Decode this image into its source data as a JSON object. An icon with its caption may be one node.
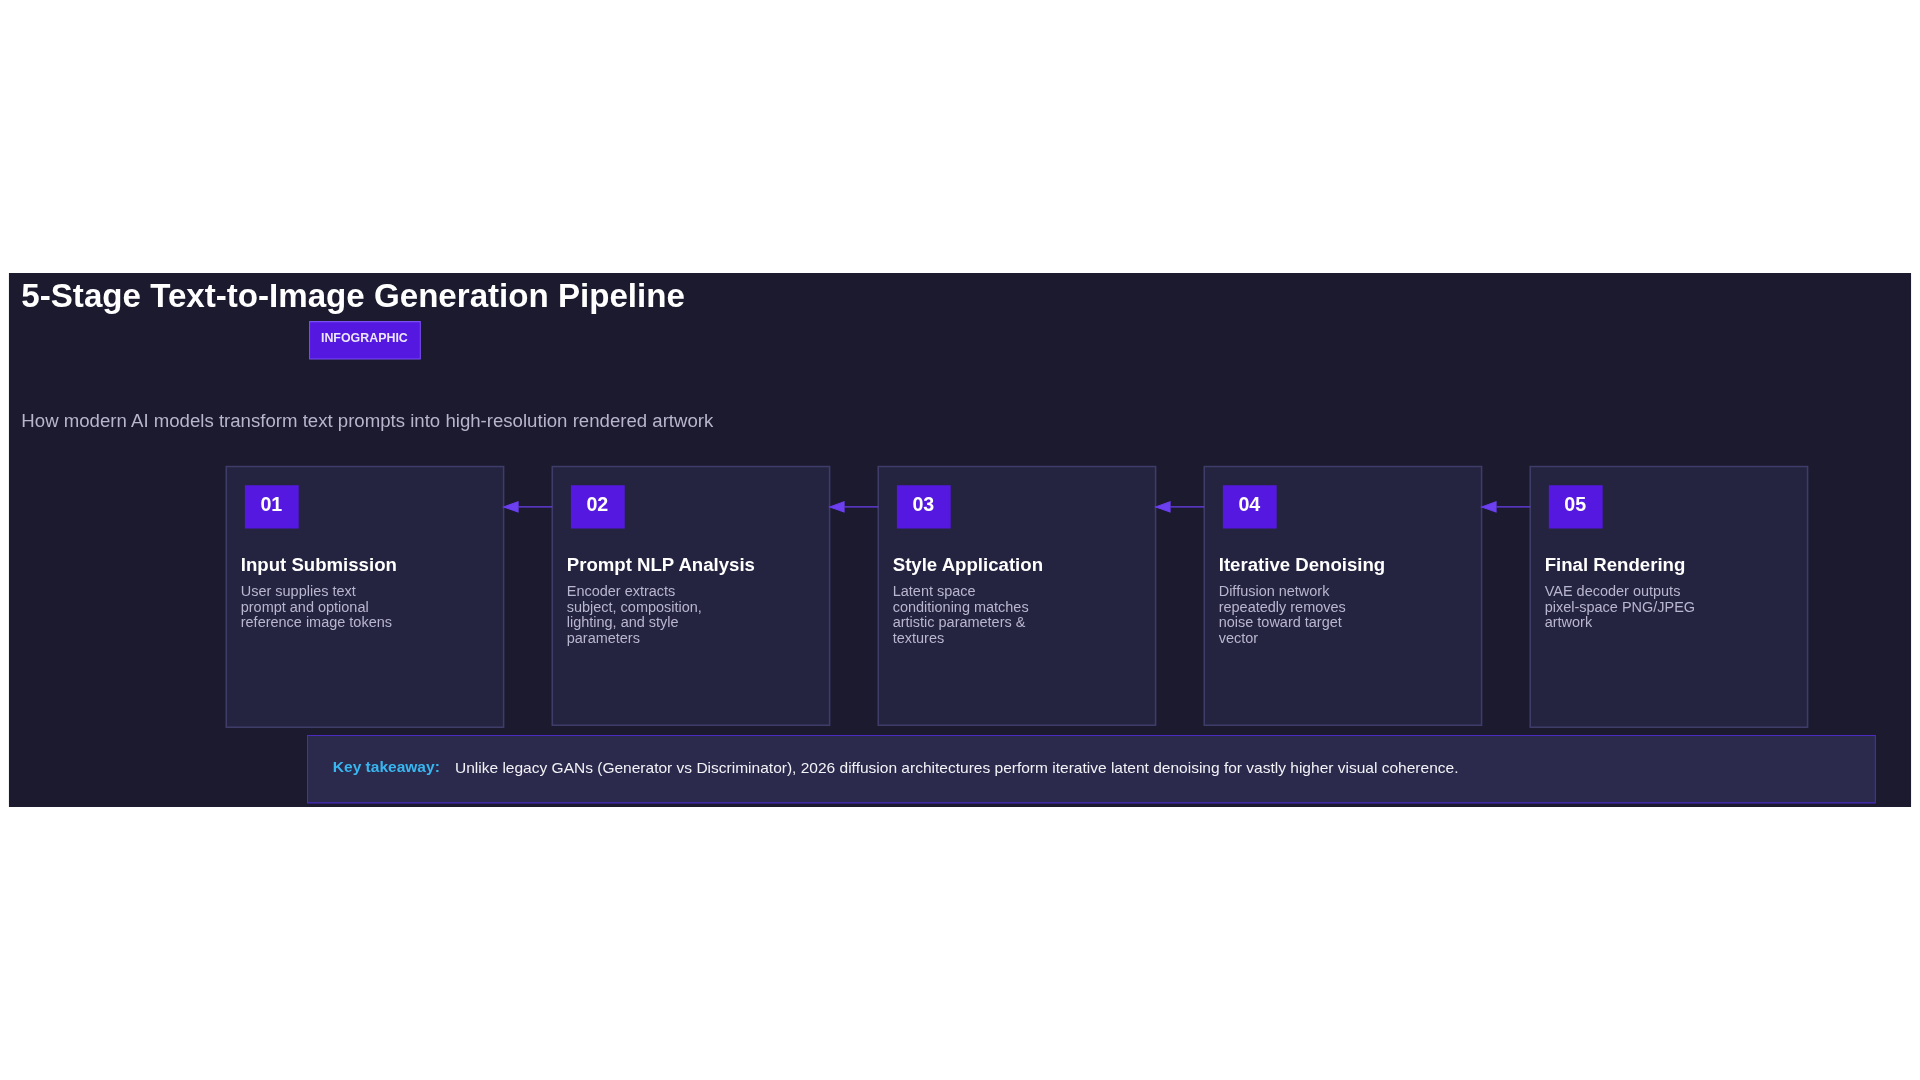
{
  "diagram": {
    "title": "5-Stage Text-to-Image Generation Pipeline",
    "nodes": [
      {
        "text": [
          "INFOGRAPHIC"
        ]
      },
      {
        "text": [
          "Input Submission",
          "User supplies text prompt and optional reference image tokens"
        ]
      },
      {
        "text": [
          "01"
        ],
        "in": 1
      },
      {
        "text": [
          "Prompt NLP Analysis",
          "Encoder extracts subject, composition, lighting, and style parameters"
        ]
      },
      {
        "text": [
          "02"
        ],
        "in": 3
      },
      {
        "text": [
          "Style Application",
          "Latent space conditioning matches artistic parameters & textures"
        ]
      },
      {
        "text": [
          "03"
        ],
        "in": 5
      },
      {
        "text": [
          "Iterative Denoising",
          "Diffusion network repeatedly removes noise toward target vector"
        ]
      },
      {
        "text": [
          "04"
        ],
        "in": 7
      },
      {
        "text": [
          "Final Rendering",
          "VAE decoder outputs pixel-space PNG/JPEG artwork"
        ]
      },
      {
        "text": [
          "05"
        ],
        "in": 9
      },
      {
        "text": [
          "Key takeaway:",
          "Unlike legacy GANs (Generator vs Discriminator), 2026 diffusion architectures perform iterative latent denoising for vastly higher visual coherence."
        ]
      }
    ],
    "edges": [
      {
        "from": 3,
        "to": 1,
        "arrow": "to"
      },
      {
        "from": 5,
        "to": 3,
        "arrow": "to"
      },
      {
        "from": 7,
        "to": 5,
        "arrow": "to"
      },
      {
        "from": 9,
        "to": 7,
        "arrow": "to"
      }
    ],
    "labels": [
      "How modern AI models transform text prompts into high-resolution rendered artwork"
    ]
  }
}
